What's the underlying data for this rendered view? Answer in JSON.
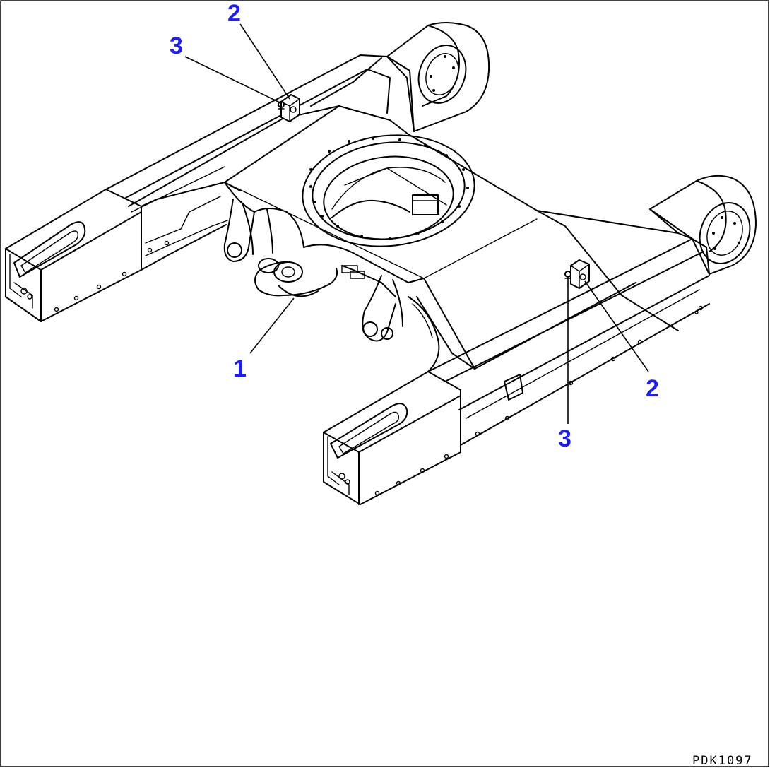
{
  "diagram": {
    "callouts": [
      {
        "id": "callout-1",
        "label": "1"
      },
      {
        "id": "callout-2-top",
        "label": "2"
      },
      {
        "id": "callout-3-top",
        "label": "3"
      },
      {
        "id": "callout-2-right",
        "label": "2"
      },
      {
        "id": "callout-3-right",
        "label": "3"
      }
    ],
    "drawing_id": "PDK1097",
    "colors": {
      "callout_text": "#1f1fe6",
      "line_art": "#000000",
      "background": "#ffffff"
    }
  }
}
